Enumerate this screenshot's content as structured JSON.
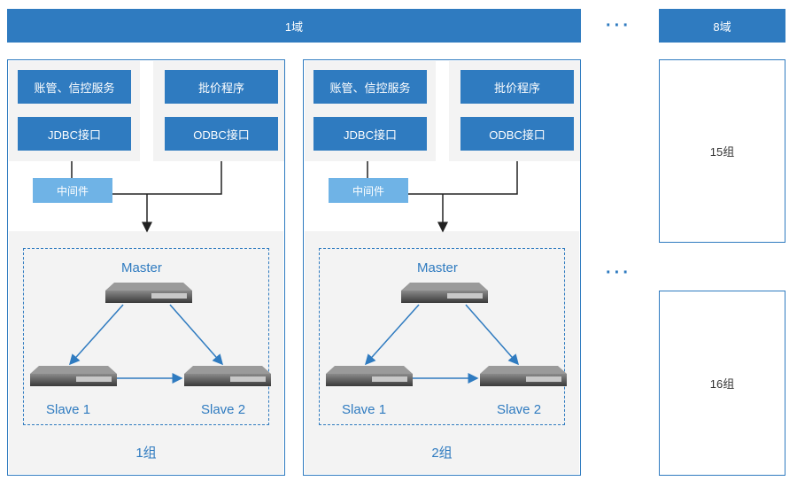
{
  "header": {
    "domain1": "1域",
    "domain8": "8域",
    "ellipsis": "···"
  },
  "groups": [
    {
      "service1": "账管、信控服务",
      "service2": "批价程序",
      "iface1": "JDBC接口",
      "iface2": "ODBC接口",
      "middleware": "中间件",
      "master": "Master",
      "slave1": "Slave 1",
      "slave2": "Slave 2",
      "name": "1组"
    },
    {
      "service1": "账管、信控服务",
      "service2": "批价程序",
      "iface1": "JDBC接口",
      "iface2": "ODBC接口",
      "middleware": "中间件",
      "master": "Master",
      "slave1": "Slave 1",
      "slave2": "Slave 2",
      "name": "2组"
    }
  ],
  "side": {
    "group15": "15组",
    "group16": "16组",
    "ellipsis": "···"
  },
  "colors": {
    "primary": "#2f7bc0",
    "light": "#6fb3e6",
    "panel": "#f3f3f3"
  }
}
